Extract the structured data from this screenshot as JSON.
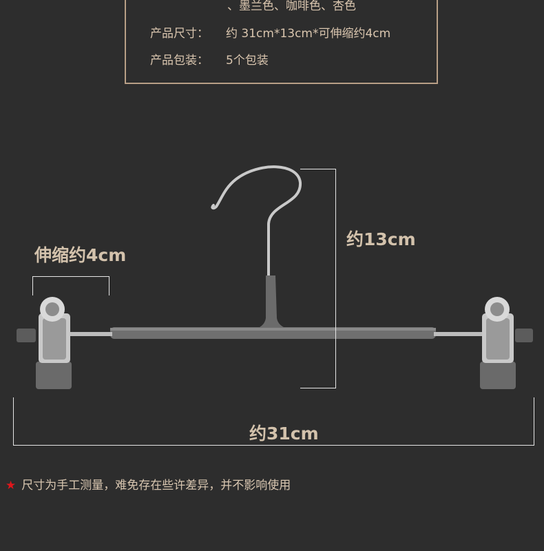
{
  "specs": {
    "colors_value": "、墨兰色、咖啡色、杏色",
    "size_label": "产品尺寸：",
    "size_value": "约 31cm*13cm*可伸缩约4cm",
    "package_label": "产品包装：",
    "package_value": "5个包装"
  },
  "dimensions": {
    "extend": "伸缩约4cm",
    "height": "约13cm",
    "width": "约31cm"
  },
  "note": {
    "star": "★",
    "text": "尺寸为手工测量，难免存在些许差异，并不影响使用"
  },
  "colors": {
    "background": "#2d2d2d",
    "text": "#d7c4ae",
    "star": "#e0161b"
  }
}
